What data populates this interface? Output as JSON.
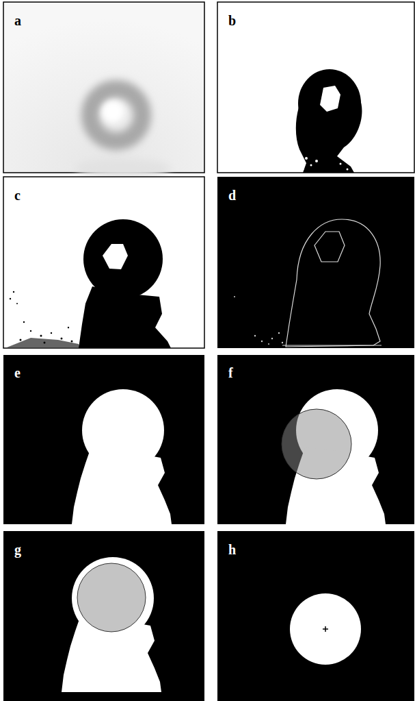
{
  "diagram": {
    "labels": [
      "a",
      "b",
      "c",
      "d",
      "e",
      "f",
      "g",
      "h"
    ]
  }
}
